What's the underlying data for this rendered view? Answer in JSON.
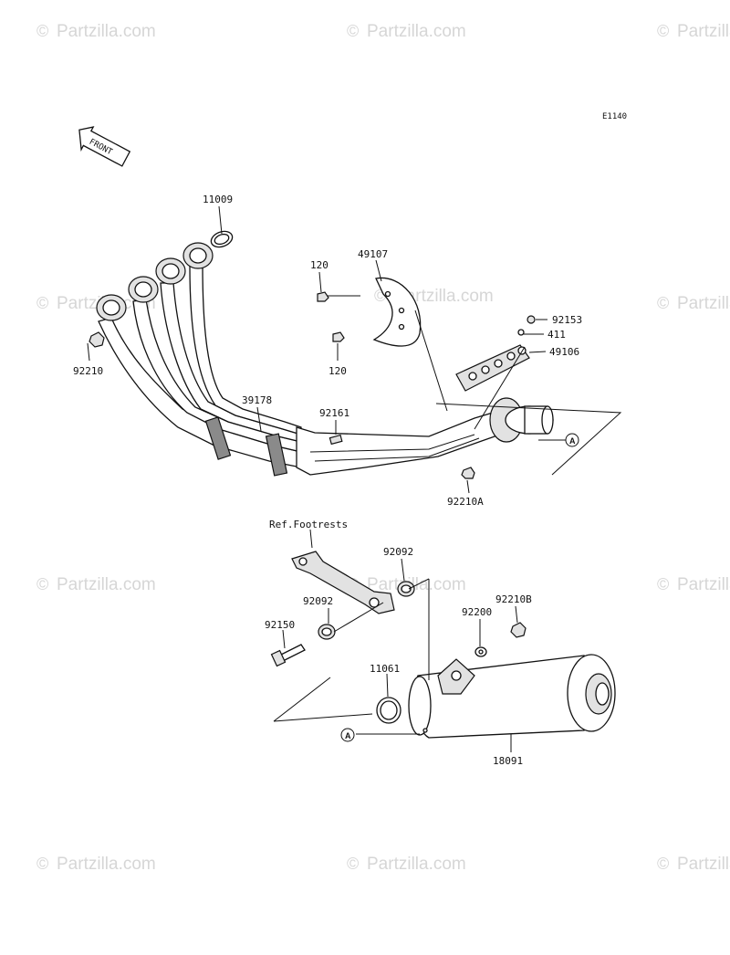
{
  "diagram_code": "E1140",
  "front_label": "FRONT",
  "watermark": "Partzilla.com",
  "watermark_symbol": "©",
  "callouts": {
    "p11009": "11009",
    "p49107": "49107",
    "p120_top": "120",
    "p120_bottom": "120",
    "p92153": "92153",
    "p411": "411",
    "p49106": "49106",
    "p92210": "92210",
    "p39178": "39178",
    "p92161": "92161",
    "p92210A": "92210A",
    "ref_footrests": "Ref.Footrests",
    "p92092_top": "92092",
    "p92092_mid": "92092",
    "p92150": "92150",
    "p92200": "92200",
    "p92210B": "92210B",
    "p11061": "11061",
    "p18091": "18091"
  },
  "reference_marks": {
    "upper_a": "A",
    "lower_a": "A"
  }
}
